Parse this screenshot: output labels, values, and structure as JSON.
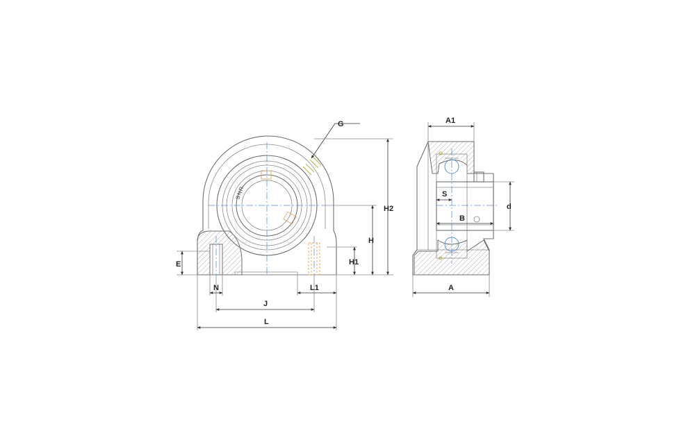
{
  "brand_mark": "SNR",
  "labels": {
    "G": "G",
    "H2": "H2",
    "H": "H",
    "H1": "H1",
    "E": "E",
    "N": "N",
    "L1": "L1",
    "J": "J",
    "L": "L",
    "A1": "A1",
    "S": "S",
    "B": "B",
    "d": "d",
    "A": "A"
  },
  "colors": {
    "outline": "#6f6f6f",
    "centerline": "#5b8fd6",
    "dimension": "#333333",
    "grease_fitting": "#b7b040"
  }
}
